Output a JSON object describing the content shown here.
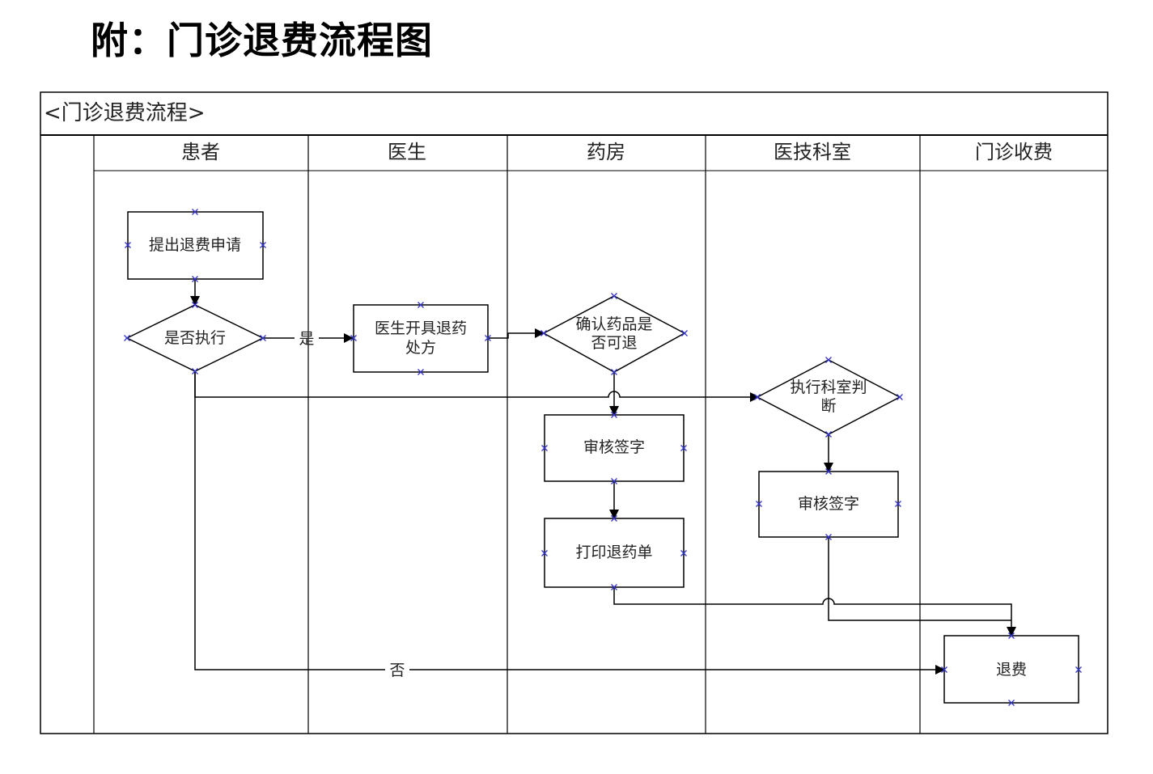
{
  "heading": "附：门诊退费流程图",
  "diagram": {
    "frame_title": "<门诊退费流程>",
    "lanes": [
      "患者",
      "医生",
      "药房",
      "医技科室",
      "门诊收费"
    ],
    "nodes": {
      "submit": [
        "提出退费申请"
      ],
      "executed": [
        "是否执行"
      ],
      "prescription": [
        "医生开具退药",
        "处方"
      ],
      "confirm": [
        "确认药品是",
        "否可退"
      ],
      "pharmacy_review": [
        "审核签字"
      ],
      "print": [
        "打印退药单"
      ],
      "tech_judge": [
        "执行科室判",
        "断"
      ],
      "tech_review": [
        "审核签字"
      ],
      "refund": [
        "退费"
      ]
    },
    "edge_labels": {
      "yes": "是",
      "no": "否"
    },
    "colors": {
      "stroke": "#000000",
      "connector": "#3333cc",
      "text": "#222222"
    }
  }
}
